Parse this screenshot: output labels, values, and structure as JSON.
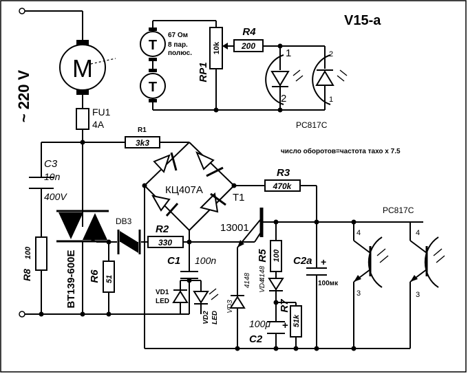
{
  "title": "V15-a",
  "supply": "~ 220 V",
  "motor": {
    "symbol": "M"
  },
  "fuse": {
    "ref": "FU1",
    "value": "4A"
  },
  "tacho": {
    "symbol": "T",
    "resistance": "67  Ом",
    "poles_line1": "8 пар.",
    "poles_line2": "полюс."
  },
  "rp1": {
    "ref": "RP1",
    "value": "10k"
  },
  "r4": {
    "ref": "R4",
    "value": "200"
  },
  "opto_top": {
    "name": "PC817C",
    "pins": [
      "1",
      "2",
      "2",
      "1"
    ]
  },
  "r1": {
    "ref": "R1",
    "value": "3k3"
  },
  "note": "число оборотов=частота тахо х  7.5",
  "c3": {
    "ref": "C3",
    "value": "10n",
    "voltage": "400V"
  },
  "r8": {
    "ref": "R8",
    "value": "100"
  },
  "triac": {
    "part": "BT139-600E"
  },
  "db3": {
    "ref": "DB3"
  },
  "bridge": {
    "part": "КЦ407А"
  },
  "r3": {
    "ref": "R3",
    "value": "470k"
  },
  "t1": {
    "ref": "T1",
    "part": "13001"
  },
  "r2": {
    "ref": "R2",
    "value": "330"
  },
  "c1": {
    "ref": "C1",
    "value": "100n"
  },
  "r6": {
    "ref": "R6",
    "value": "51"
  },
  "vd1": {
    "ref": "VD1",
    "type": "LED"
  },
  "vd2": {
    "ref": "VD2",
    "type": "LED"
  },
  "vd3": {
    "ref": "VD3",
    "part": "4148"
  },
  "r5": {
    "ref": "R5",
    "value": "100"
  },
  "vd4": {
    "ref": "VD4",
    "part": "4148"
  },
  "c2a": {
    "ref": "C2a",
    "value": "100мк",
    "polarity": "+"
  },
  "r7": {
    "ref": "R7",
    "value": "51k"
  },
  "c2": {
    "ref": "C2",
    "value": "100μ",
    "polarity": "+"
  },
  "opto_right": {
    "name": "PC817C",
    "pins": [
      "4",
      "3",
      "4",
      "3"
    ]
  }
}
